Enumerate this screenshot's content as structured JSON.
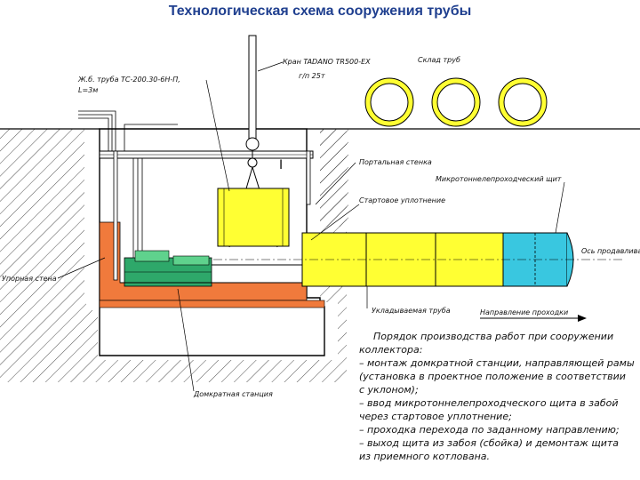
{
  "title": "Технологическая схема сооружения трубы",
  "labels": {
    "crane": "Кран TADANO TR500-EX",
    "crane_capacity": "г/п 25т",
    "pipe_spec": "Ж.б. труба ТС-200.30-6Н-П,",
    "pipe_length": "L=3м",
    "pipe_storage": "Склад труб",
    "portal_wall": "Портальная стенка",
    "microtunnel_shield": "Микротоннелепроходческий щит",
    "start_seal": "Стартовое уплотнение",
    "drive_axis": "Ось продавливания",
    "thrust_wall": "Упорная стена",
    "laid_pipe": "Укладываемая труба",
    "drive_direction": "Направление проходки",
    "jacking_station": "Домкратная станция",
    "hook_mark": "I"
  },
  "procedure": [
    "Порядок производства работ при сооружении",
    "коллектора:",
    "– монтаж домкратной станции, направляющей рамы",
    "(установка в проектное положение в соответствии",
    "с уклоном);",
    "– ввод микротоннелепроходческого щита в забой",
    "через стартовое уплотнение;",
    "– проходка перехода по заданному направлению;",
    "– выход щита из забоя (сбойка) и демонтаж щита",
    "из приемного котлована."
  ],
  "colors": {
    "title": "#1f3f8f",
    "pipe_yellow": "#ffff33",
    "shield_cyan": "#39c7e0",
    "thrust_wall_orange": "#f07a3c",
    "jack_green": "#2ea86a"
  }
}
